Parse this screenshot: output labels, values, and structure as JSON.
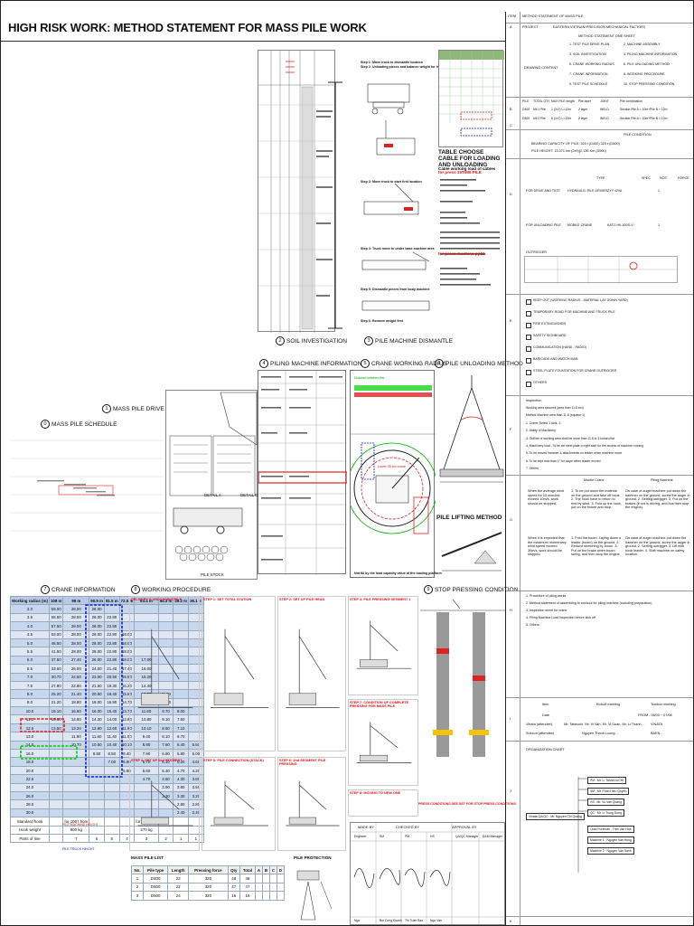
{
  "title": "HIGH RISK WORK: METHOD STATEMENT FOR MASS PILE WORK",
  "sections": [
    {
      "num": "1",
      "label": "MASS PILE DRIVE PLAN"
    },
    {
      "num": "2",
      "label": "SOIL INVESTIGATION"
    },
    {
      "num": "3",
      "label": "PILE MACHINE DISMANTLE"
    },
    {
      "num": "4",
      "label": "PILING MACHINE INFORMATION"
    },
    {
      "num": "5",
      "label": "CRANE WORKING RADIUS"
    },
    {
      "num": "6",
      "label": "PILE UNLOADING METHOD"
    },
    {
      "num": "7",
      "label": "CRANE INFORMATION"
    },
    {
      "num": "8",
      "label": "WORKING PROCEDURE"
    },
    {
      "num": "9",
      "label": "STOP PRESSING CONDITION"
    },
    {
      "num": "0",
      "label": "MASS PILE SCHEDULE"
    }
  ],
  "labels": {
    "table_choose_cable": "TABLE CHOOSE CABLE FOR LOADING AND UNLOADING",
    "pile_lifting_method": "PILE LIFTING METHOD",
    "pile_stock": "PILE STOCK",
    "detail_a": "DETAIL A",
    "detail_b": "DETAIL B",
    "pile_protection": "PILE PROTECTION",
    "mass_pile_list": "MASS PILE LIST",
    "cable_title": "Cable working load of cables",
    "cable_sub": "for press 15T/M5 PILE",
    "cable_sub2": "for press machine pp10.",
    "crane_capacity_note": "Not fill by the load capacity value of the loading platform",
    "stop_note": "PRESS CONDITIONS SEE SET FOR STOP PRESS CONDITIONS",
    "circle_b": "Distance between this",
    "circle_c": "Lower 35 ton crane",
    "steps": [
      "Step 1: Move truck to dismantle location",
      "Step 2: Unloading pieces and balance weight for truck",
      "Step 3: Move truck to start first location",
      "Step 4: Truck move to under base machine area",
      "Step 5: Dismantle pieces from body machine",
      "Step 6: Remove weight first"
    ]
  },
  "working_procedure": {
    "steps": [
      "DELIVERY & UNLOADING PILE",
      "STEP 1: SET TOTAL STATION",
      "STEP 2: SET UP PILE HEAD",
      "STEP 3: PILE PRESSING SEGMENT 1",
      "STEP 4: SET UP 2nd SEGMENT",
      "STEP 5: PILE CONNECTION (STACK)",
      "STEP 6: 2nd SEGMENT PILE PRESSING",
      "STEP 7: CONDITION OF COMPLETE PRESSING FOR MASS PILE",
      "STEP 8: MOVING TO NEW ONE"
    ]
  },
  "crane_info": {
    "headers": [
      "Working radius (m)",
      "108 m",
      "99 m",
      "90.9 m",
      "81.5 m",
      "72.5 m",
      "63.4 m",
      "54.3 m",
      "45.2 m",
      "36.1 m"
    ],
    "rows": [
      [
        "3.0",
        "59.00",
        "28.00",
        "28.00",
        "",
        "",
        "",
        "",
        "",
        ""
      ],
      [
        "3.5",
        "58.50",
        "28.00",
        "28.00",
        "22.80",
        "",
        "",
        "",
        "",
        ""
      ],
      [
        "4.0",
        "57.50",
        "28.00",
        "28.00",
        "22.80",
        "",
        "",
        "",
        "",
        ""
      ],
      [
        "4.5",
        "53.00",
        "28.00",
        "28.00",
        "22.80",
        "18.00",
        "",
        "",
        "",
        ""
      ],
      [
        "5.0",
        "46.50",
        "28.00",
        "28.00",
        "22.80",
        "18.00",
        "",
        "",
        "",
        ""
      ],
      [
        "5.5",
        "41.50",
        "28.00",
        "28.00",
        "22.80",
        "18.00",
        "",
        "",
        "",
        ""
      ],
      [
        "6.0",
        "37.50",
        "27.40",
        "26.00",
        "22.80",
        "18.00",
        "17.00",
        "",
        "",
        ""
      ],
      [
        "6.5",
        "33.60",
        "26.00",
        "24.00",
        "21.40",
        "17.40",
        "16.00",
        "",
        "",
        ""
      ],
      [
        "7.0",
        "30.70",
        "24.50",
        "23.00",
        "20.50",
        "16.80",
        "15.20",
        "",
        "",
        ""
      ],
      [
        "7.5",
        "27.80",
        "22.80",
        "21.50",
        "19.30",
        "16.20",
        "14.40",
        "",
        "",
        ""
      ],
      [
        "8.0",
        "25.20",
        "21.40",
        "20.50",
        "18.40",
        "15.60",
        "13.70",
        "11.00",
        "",
        ""
      ],
      [
        "9.0",
        "21.20",
        "18.80",
        "18.00",
        "16.90",
        "14.70",
        "12.60",
        "10.30",
        "",
        ""
      ],
      [
        "10.0",
        "18.10",
        "16.60",
        "16.00",
        "15.40",
        "13.70",
        "11.60",
        "9.70",
        "8.00",
        ""
      ],
      [
        "11.0",
        "15.60",
        "14.80",
        "14.30",
        "14.00",
        "12.80",
        "10.80",
        "9.10",
        "7.50",
        ""
      ],
      [
        "12.0",
        "13.50",
        "13.20",
        "12.80",
        "12.60",
        "11.90",
        "10.10",
        "8.60",
        "7.10",
        ""
      ],
      [
        "13.0",
        "",
        "11.90",
        "11.60",
        "11.40",
        "11.00",
        "9.40",
        "8.10",
        "6.70",
        ""
      ],
      [
        "14.0",
        "",
        "10.70",
        "10.50",
        "10.40",
        "10.10",
        "8.90",
        "7.60",
        "6.40",
        "5.50"
      ],
      [
        "16.0",
        "",
        "",
        "8.50",
        "8.50",
        "8.40",
        "7.90",
        "6.80",
        "5.80",
        "5.00"
      ],
      [
        "18.0",
        "",
        "",
        "",
        "7.00",
        "6.90",
        "6.70",
        "6.10",
        "5.20",
        "4.60"
      ],
      [
        "20.0",
        "",
        "",
        "",
        "",
        "5.80",
        "5.60",
        "5.40",
        "4.70",
        "4.20"
      ],
      [
        "22.0",
        "",
        "",
        "",
        "",
        "",
        "4.70",
        "4.60",
        "4.30",
        "3.80"
      ],
      [
        "24.0",
        "",
        "",
        "",
        "",
        "",
        "",
        "3.90",
        "3.80",
        "3.50"
      ],
      [
        "26.0",
        "",
        "",
        "",
        "",
        "",
        "",
        "3.30",
        "3.30",
        "3.20"
      ],
      [
        "28.0",
        "",
        "",
        "",
        "",
        "",
        "",
        "",
        "2.80",
        "2.80"
      ],
      [
        "30.0",
        "",
        "",
        "",
        "",
        "",
        "",
        "",
        "2.40",
        "2.40"
      ]
    ],
    "footer_rows": [
      [
        "Standard hook",
        "",
        "for 100 t hom",
        "",
        "",
        "",
        "for 20 t hom",
        "",
        "",
        ""
      ],
      [
        "Hook weight",
        "",
        "900 kg",
        "",
        "",
        "",
        "270 kg",
        "",
        "",
        ""
      ],
      [
        "Parts of line",
        "",
        "7",
        "6",
        "5",
        "4",
        "3",
        "2",
        "1",
        "1"
      ]
    ],
    "note1": "PILE MACHINE HEIGHT",
    "note2": "PILE TRUCK HEIGHT"
  },
  "right_panel": {
    "item": "ITEM",
    "method_statement": "METHOD STATEMENT OF MASS PILE",
    "row_a": "A",
    "project_label": "PROJECT",
    "project_value": "EASTERN VIETNAM PRECISION MECHANICAL FACTORY",
    "method_sheet": "METHOD STATEMENT ONE SHEET",
    "drawing_content": "DRAWING CONTENT",
    "contents": [
      "1. TEST PILE DRIVE PLAN",
      "2. MACHINE ASSEMBLY",
      "3. SOIL INVESTIGATION",
      "4. PILING MACHINE INFORMATION",
      "5. CRANE WORKING RADIUS",
      "6. PILE UNLOADING METHOD",
      "7. CRANE INFORMATION",
      "8. WORKING PROCEDURE",
      "9. TEST PILE SCHEDULE",
      "10. STOP PRESSING CONDITION"
    ],
    "pile_header": [
      "PILE",
      "TOTAL QTY",
      "MAX PILE length",
      "Pile layer",
      "JOINT",
      "Pile combination"
    ],
    "pile_rows": [
      [
        "D400",
        "Mil 1 Pile",
        "1 (2x7) L=12m",
        "2 layer",
        "WELD",
        "Section Pile A = 10m+Pile B = 12m"
      ],
      [
        "D500",
        "Mil 2 Pile",
        "6 (1x7) L=12m",
        "2 layer",
        "WELD",
        "Section Pile A = 10m+Pile B = 12m"
      ]
    ],
    "row_b": "B",
    "row_c": "C",
    "row_d": "D",
    "row_e": "E",
    "row_f": "F",
    "row_g": "G",
    "row_h": "H",
    "row_i": "I",
    "row_j": "J",
    "row_k": "K",
    "soil_condition": "PILE CONDITION",
    "bearing": "BEARING CAPACITY OF PILE: 320 t (D400) 320 t (D500)",
    "pile_height": "PILE HEIGHT: 13.071 km (2x9)(2.136 Km (D500)",
    "type_hdr": [
      "TYPE",
      "SPEC",
      "NOS",
      "FORCE"
    ],
    "machine_rows": [
      [
        "FOR DRIVE AND TEST",
        "HYDRAULIC PILE DRIVER",
        "ZYY 420A",
        "1"
      ],
      [
        "FOR UNLOADING PILE",
        "MOBILE CRANE",
        "KATO HK-500S-V",
        "1"
      ]
    ],
    "outrigger": "OUTRIGGER",
    "check_items": [
      "KEEP OUT (WORKING RADIUS - MATERIAL LAY DOWN YARD)",
      "TEMPORARY ROAD FOR MACHINE AND TRUCK PILE",
      "FIRE EXTINGUISHER",
      "SAFETY SIGNBOARD",
      "COMMUNICATION (HAND - RADIO)",
      "BARICADE AND WATCH MAN",
      "STEEL PLATE FOUNTATION FOR CRANE OUTRIGGER",
      "OTHERS"
    ],
    "inspection": "Inspection",
    "inspection_items": [
      "Working area secured (area than 11.8 ton)",
      "Method Machine area than 11.8 (equator 1)",
      "1. Crane: Select 1 tank, 3",
      "2. Ability of Machinery",
      "3. Outline of working area shall be more than 11.8 to 3 toward flat",
      "4. Machinery load . To be set steel plate to right side for the access of machine running",
      "5. To be moved hammer & attachments on leader when machine move",
      "6. To be kept less than 1° for slope when leader moved",
      "7. Others"
    ],
    "mobile_crane": "Mobile Crane",
    "piling_machine": "Piling Machine",
    "emergency_1": "When the average wind speed for 10 minutes exceed 10m/s, work should be stopped.",
    "emergency_2": "When it is expected that the maximum momentary wind speed exceed 30m/s, work should be stopped.",
    "crane_action_1": "1. To be put down the material on the ground and take off hook. 2. The hook have to return to end by wind. 3. Fold up the hook, put on the fixture and stop.",
    "crane_action_2": "1. Fold the boom. Laying down a leader (boom) on the ground. 2. Reduce stretching by boom. 3. Put on the brake when boom swing, and then stop the engine.",
    "piling_action_1": "On case of auger machine put down the hammer on the ground, screw the auger in ground. 2. Setting outrigger. 3. Put on the brakes (if not is driving, and bus then stop the engine).",
    "piling_action_2": "On case of auger machine put down the hammer on the ground, screw the auger in ground. 2. Setting outrigger. 3. Lift with hook leader. 4. Shift machine on safety location.",
    "procedure_items": [
      "1. Procedure of piling works",
      "2. Method statement of assembling to workout for piling machine (including preparation)",
      "3. Inspection sheet for crane",
      "4. Piling Machine Load inspection before kick off",
      "5. Others"
    ],
    "meeting_hdr": [
      "Item",
      "Kickoff meeting",
      "Toolbox meeting"
    ],
    "date_label": "Date",
    "date_value": "FROM : 08/00 ~ 07/08",
    "vinata_label": "Vinata (attendee)",
    "vinata_value": "Mr. Takeuchi, Mr. Vi Van, Mr. Vi Duan, Mr. Li Thanh...",
    "vinata_cell": "VINATA",
    "subcon_label": "Subcon (attendee)",
    "subcon_value": "Nguyen Thanh Luong ...",
    "subcon_cell": "BAEN...",
    "org_chart": "ORGANIZATION CHART",
    "org_boxes": [
      "PM : Mr. Li TAMAGUCHI",
      "SM : Mr. Phan Hieu Quynh",
      "HS : Mr. Vu Van Quang",
      "QC : Mr. Li Trung Dung",
      "Vinata QA/QC : Mr. Nguyen Chi Quang",
      "Lead Foreman : Tran Van Hoa",
      "Machine 1 : Nguyen Van Hung",
      "Machine 2 : Nguyen Van Sanh"
    ],
    "made_by": "MADE BY",
    "checked_by": "CHECKED BY",
    "approval_by": "APPROVAL BY",
    "sign_roles": [
      "Engineer",
      "SM",
      "PM",
      "HS",
      "QA/QC Manager",
      "D&M Manager"
    ],
    "sign_names": [
      "Ngo",
      "Bui Cong Khanh",
      "Thi Tuan Bao",
      "Ngo Van"
    ]
  },
  "mass_pile_list_hdr": [
    "No.",
    "Pile type",
    "Length",
    "Pressing force",
    "Qty",
    "Total",
    "A",
    "B",
    "C",
    "D"
  ],
  "mass_pile_list_rows": [
    [
      "1",
      "D400",
      "22",
      "320",
      "48",
      "48",
      "",
      "",
      "",
      ""
    ],
    [
      "2",
      "D500",
      "22",
      "320",
      "47",
      "47",
      "",
      "",
      "",
      ""
    ],
    [
      "3",
      "D500",
      "24",
      "320",
      "16",
      "16",
      "",
      "",
      "",
      ""
    ]
  ]
}
